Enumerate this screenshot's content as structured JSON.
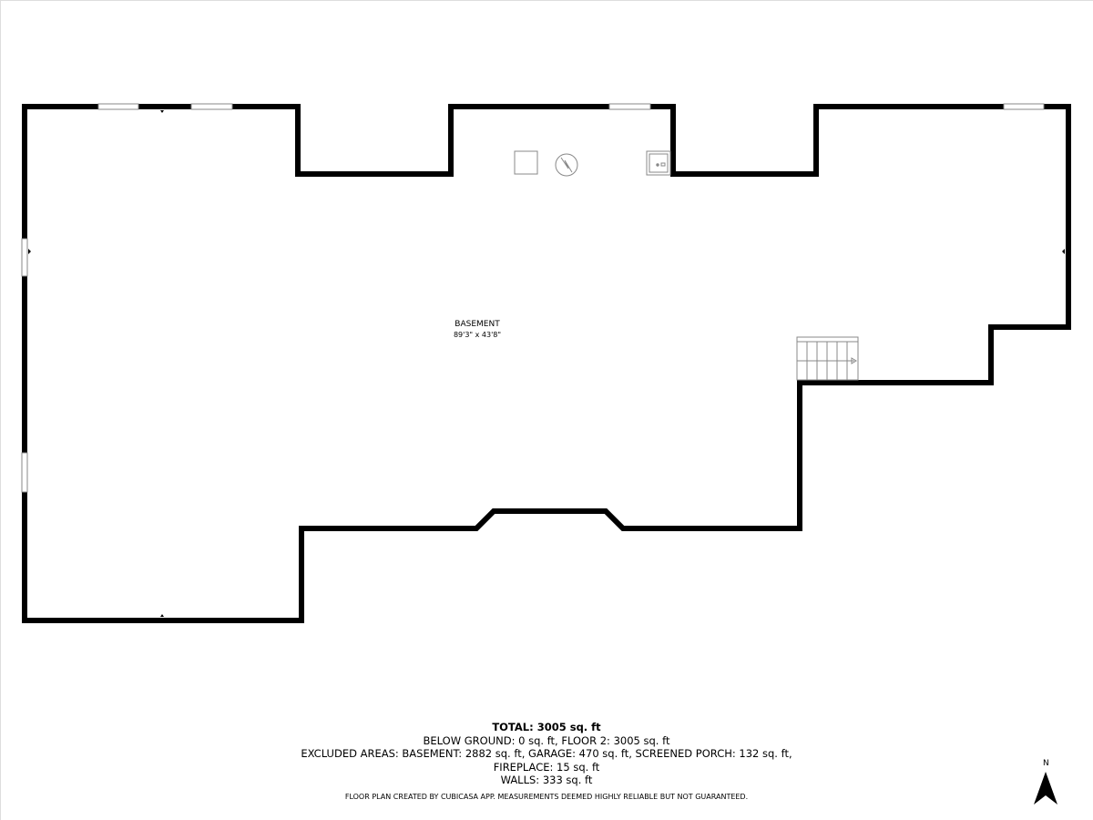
{
  "room": {
    "name": "BASEMENT",
    "dimensions": "89'3\" x 43'8\""
  },
  "summary": {
    "total": "TOTAL: 3005 sq. ft",
    "line1": "BELOW GROUND: 0 sq. ft, FLOOR 2: 3005 sq. ft",
    "line2": "EXCLUDED AREAS: BASEMENT: 2882 sq. ft, GARAGE: 470 sq. ft, SCREENED PORCH: 132 sq. ft,",
    "line3": "FIREPLACE: 15 sq. ft",
    "line4": "WALLS: 333 sq. ft"
  },
  "disclaimer": "FLOOR PLAN CREATED BY CUBICASA APP. MEASUREMENTS DEEMED HIGHLY RELIABLE BUT NOT GUARANTEED.",
  "compass": {
    "label": "N"
  },
  "colors": {
    "wall": "#000000",
    "fixture": "#888888"
  }
}
